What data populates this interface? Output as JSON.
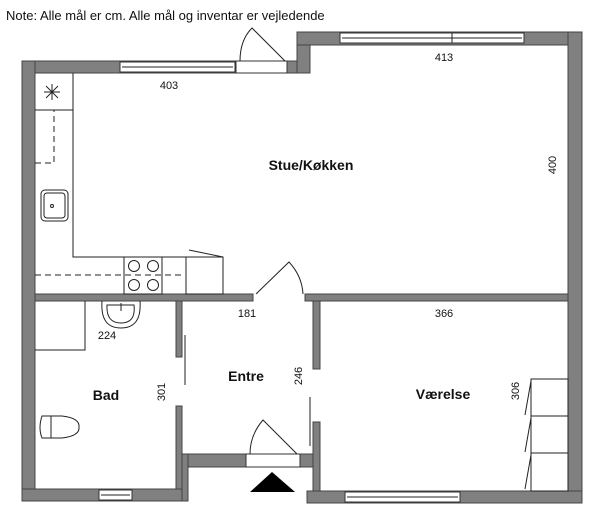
{
  "note": "Note: Alle mål er cm. Alle mål og inventar er vejledende",
  "rooms": {
    "stue": "Stue/Køkken",
    "entre": "Entre",
    "bad": "Bad",
    "vaerelse": "Værelse"
  },
  "dimensions": {
    "stue_width_left": "403",
    "stue_width_right": "413",
    "stue_depth": "400",
    "entre_width": "181",
    "entre_depth": "246",
    "bad_width": "224",
    "bad_depth": "301",
    "vaerelse_width": "366",
    "vaerelse_depth": "306"
  },
  "colors": {
    "wall": "#808080"
  }
}
